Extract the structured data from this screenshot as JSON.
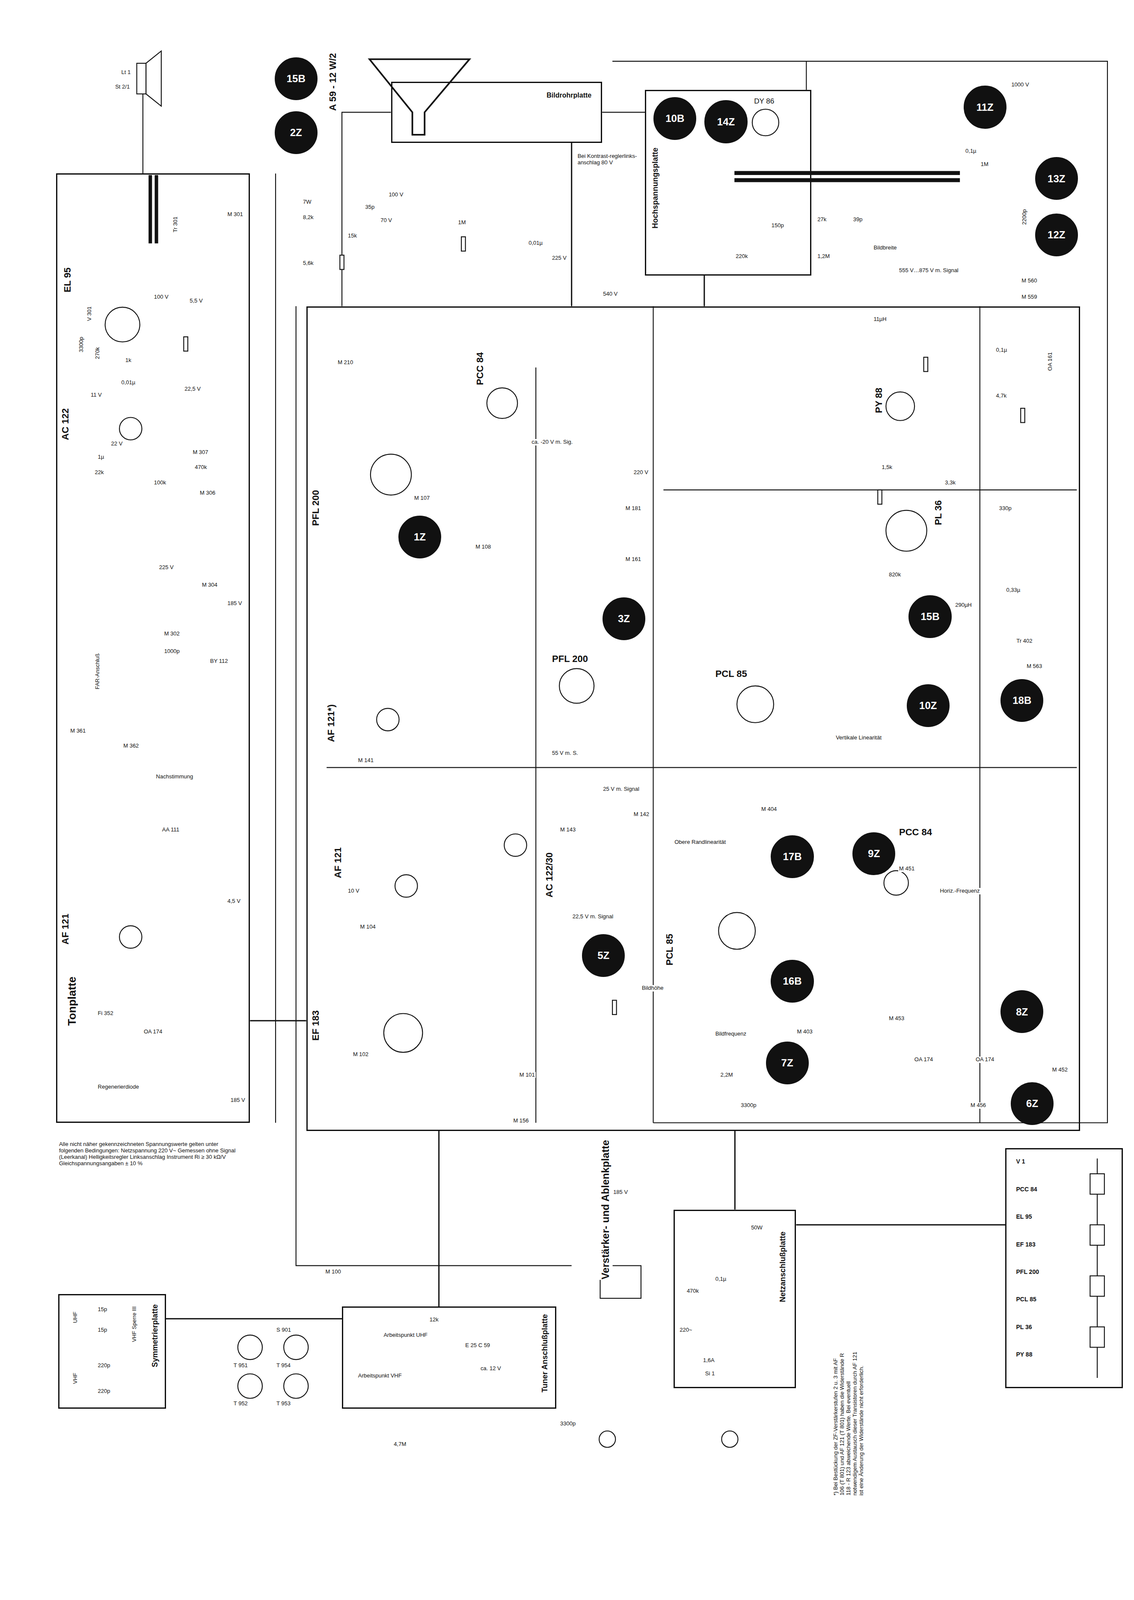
{
  "diagram": {
    "nodes": [
      {
        "text": [
          "Tonplatte"
        ]
      },
      {
        "text": [
          "Verstärker- und Ablenkplatte"
        ]
      },
      {
        "text": [
          "Bildrohrplatte"
        ]
      },
      {
        "text": [
          "Hochspannungsplatte"
        ]
      },
      {
        "text": [
          "Symmetrierplatte"
        ]
      },
      {
        "text": [
          "Tuner Anschlußplatte"
        ]
      },
      {
        "text": [
          "Netzanschlußplatte"
        ]
      },
      {
        "text": [
          "V 1",
          "PCC 84",
          "EL 95",
          "EF 183",
          "PFL 200",
          "PCL 85",
          "PL 36",
          "PY 88"
        ]
      },
      {
        "text": [
          "15B"
        ]
      },
      {
        "text": [
          "2Z"
        ]
      },
      {
        "text": [
          "10B"
        ],
        "in": 3
      },
      {
        "text": [
          "14Z"
        ],
        "in": 3
      },
      {
        "text": [
          "11Z"
        ]
      },
      {
        "text": [
          "13Z"
        ]
      },
      {
        "text": [
          "12Z"
        ]
      },
      {
        "text": [
          "1Z"
        ],
        "in": 1
      },
      {
        "text": [
          "3Z"
        ],
        "in": 1
      },
      {
        "text": [
          "5Z"
        ],
        "in": 1
      },
      {
        "text": [
          "15B"
        ],
        "in": 1
      },
      {
        "text": [
          "10Z"
        ],
        "in": 1
      },
      {
        "text": [
          "18B"
        ],
        "in": 1
      },
      {
        "text": [
          "17B"
        ],
        "in": 1
      },
      {
        "text": [
          "9Z"
        ],
        "in": 1
      },
      {
        "text": [
          "16B"
        ],
        "in": 1
      },
      {
        "text": [
          "7Z"
        ],
        "in": 1
      },
      {
        "text": [
          "8Z"
        ],
        "in": 1
      },
      {
        "text": [
          "6Z"
        ],
        "in": 1
      }
    ],
    "edges": [
      {
        "from": 0,
        "to": 1,
        "arrow": "none"
      },
      {
        "from": 5,
        "to": 1,
        "arrow": "none"
      },
      {
        "from": 6,
        "to": 1,
        "arrow": "none"
      },
      {
        "from": 3,
        "to": 1,
        "arrow": "none"
      },
      {
        "from": 2,
        "to": 1,
        "arrow": "none"
      },
      {
        "from": 4,
        "to": 5,
        "arrow": "none"
      },
      {
        "from": 6,
        "to": 7,
        "arrow": "none"
      }
    ],
    "labels": [
      "Lt 1",
      "St 2/1",
      "Tr 301",
      "M 301",
      "EL 95",
      "V 301",
      "3300p",
      "270k",
      "100 V",
      "5,5 V",
      "1k",
      "0,01µ",
      "22,5 V",
      "11 V",
      "AC 122",
      "22 V",
      "1µ",
      "22k",
      "100k",
      "M 307",
      "470k",
      "M 306",
      "225 V",
      "M 304",
      "185 V",
      "1000p",
      "M 302",
      "BY 112",
      "FAR-Anschluß",
      "M 361",
      "M 362",
      "Nachstimmung",
      "AA 111",
      "AF 121",
      "4,5 V",
      "Fi 352",
      "OA 174",
      "Regenerierdiode",
      "185 V",
      "Alle nicht näher gekennzeichneten Spannungswerte gelten unter folgenden Bedingungen: Netzspannung 220 V~ Gemessen ohne Signal (Leerkanal) Helligkeitsregler Linksanschlag Instrument Ri ≥ 30 kΩ/V Gleichspannungsangaben ± 10 %",
      "A 59 - 12 W/2",
      "7W",
      "8,2k",
      "5,6k",
      "15k",
      "35p",
      "100 V",
      "70 V",
      "1M",
      "0,01µ",
      "Bei Kontrast-reglerlinks-anschlag 80 V",
      "225 V",
      "540 V",
      "M 210",
      "PCC 84",
      "ca. -20 V m. Sig.",
      "PFL 200",
      "M 107",
      "M 108",
      "M 181",
      "M 161",
      "220 V",
      "PFL 200",
      "55 V m. S.",
      "AF 121*)",
      "M 141",
      "AF 121",
      "10 V",
      "M 104",
      "EF 183",
      "M 102",
      "M 101",
      "M 156",
      "M 100",
      "AC 122/30",
      "M 143",
      "M 142",
      "25 V m. Signal",
      "22,5 V m. Signal",
      "PCL 85",
      "Vertikale Linearität",
      "M 404",
      "Obere Randlinearität",
      "PCC 84",
      "M 451",
      "Horiz.-Frequenz",
      "PCL 85",
      "Bildhöhe",
      "M 403",
      "Bildfrequenz",
      "2,2M",
      "3300p",
      "M 453",
      "OA 174",
      "OA 174",
      "M 452",
      "M 456",
      "PL 36",
      "1,5k",
      "3,3k",
      "820k",
      "330p",
      "290µH",
      "0,33µ",
      "Tr 402",
      "M 563",
      "PY 88",
      "11µH",
      "OA 161",
      "4,7k",
      "0,1µ",
      "DY 86",
      "1000 V",
      "1M",
      "0,1µ",
      "Bildbreite",
      "555 V…875 V m. Signal",
      "27k",
      "1,2M",
      "150p",
      "220k",
      "39p",
      "2200p",
      "M 559",
      "M 560",
      "220~",
      "1,6A",
      "Si 1",
      "470k",
      "0,1µ",
      "50W",
      "185 V",
      "4,7M",
      "3300p",
      "E 25 C 59",
      "ca. 12 V",
      "Arbeitspunkt UHF",
      "Arbeitspunkt VHF",
      "12k",
      "UHF",
      "VHF",
      "15p",
      "15p",
      "220p",
      "220p",
      "VHF Sperre III",
      "S 901",
      "T 951",
      "T 952",
      "T 953",
      "T 954",
      "*) Bei Bestückung der ZF-Verstärkerstufen 2 u. 3 mit AF 106 (T 801) und AF 121 (T 801) haben die Widerstände R 118 - R 123 abweichende Werte. Bei eventuell notwendigem Austausch dieser Transistoren durch AF 121 ist eine Änderung der Widerstände nicht erforderlich."
    ]
  }
}
